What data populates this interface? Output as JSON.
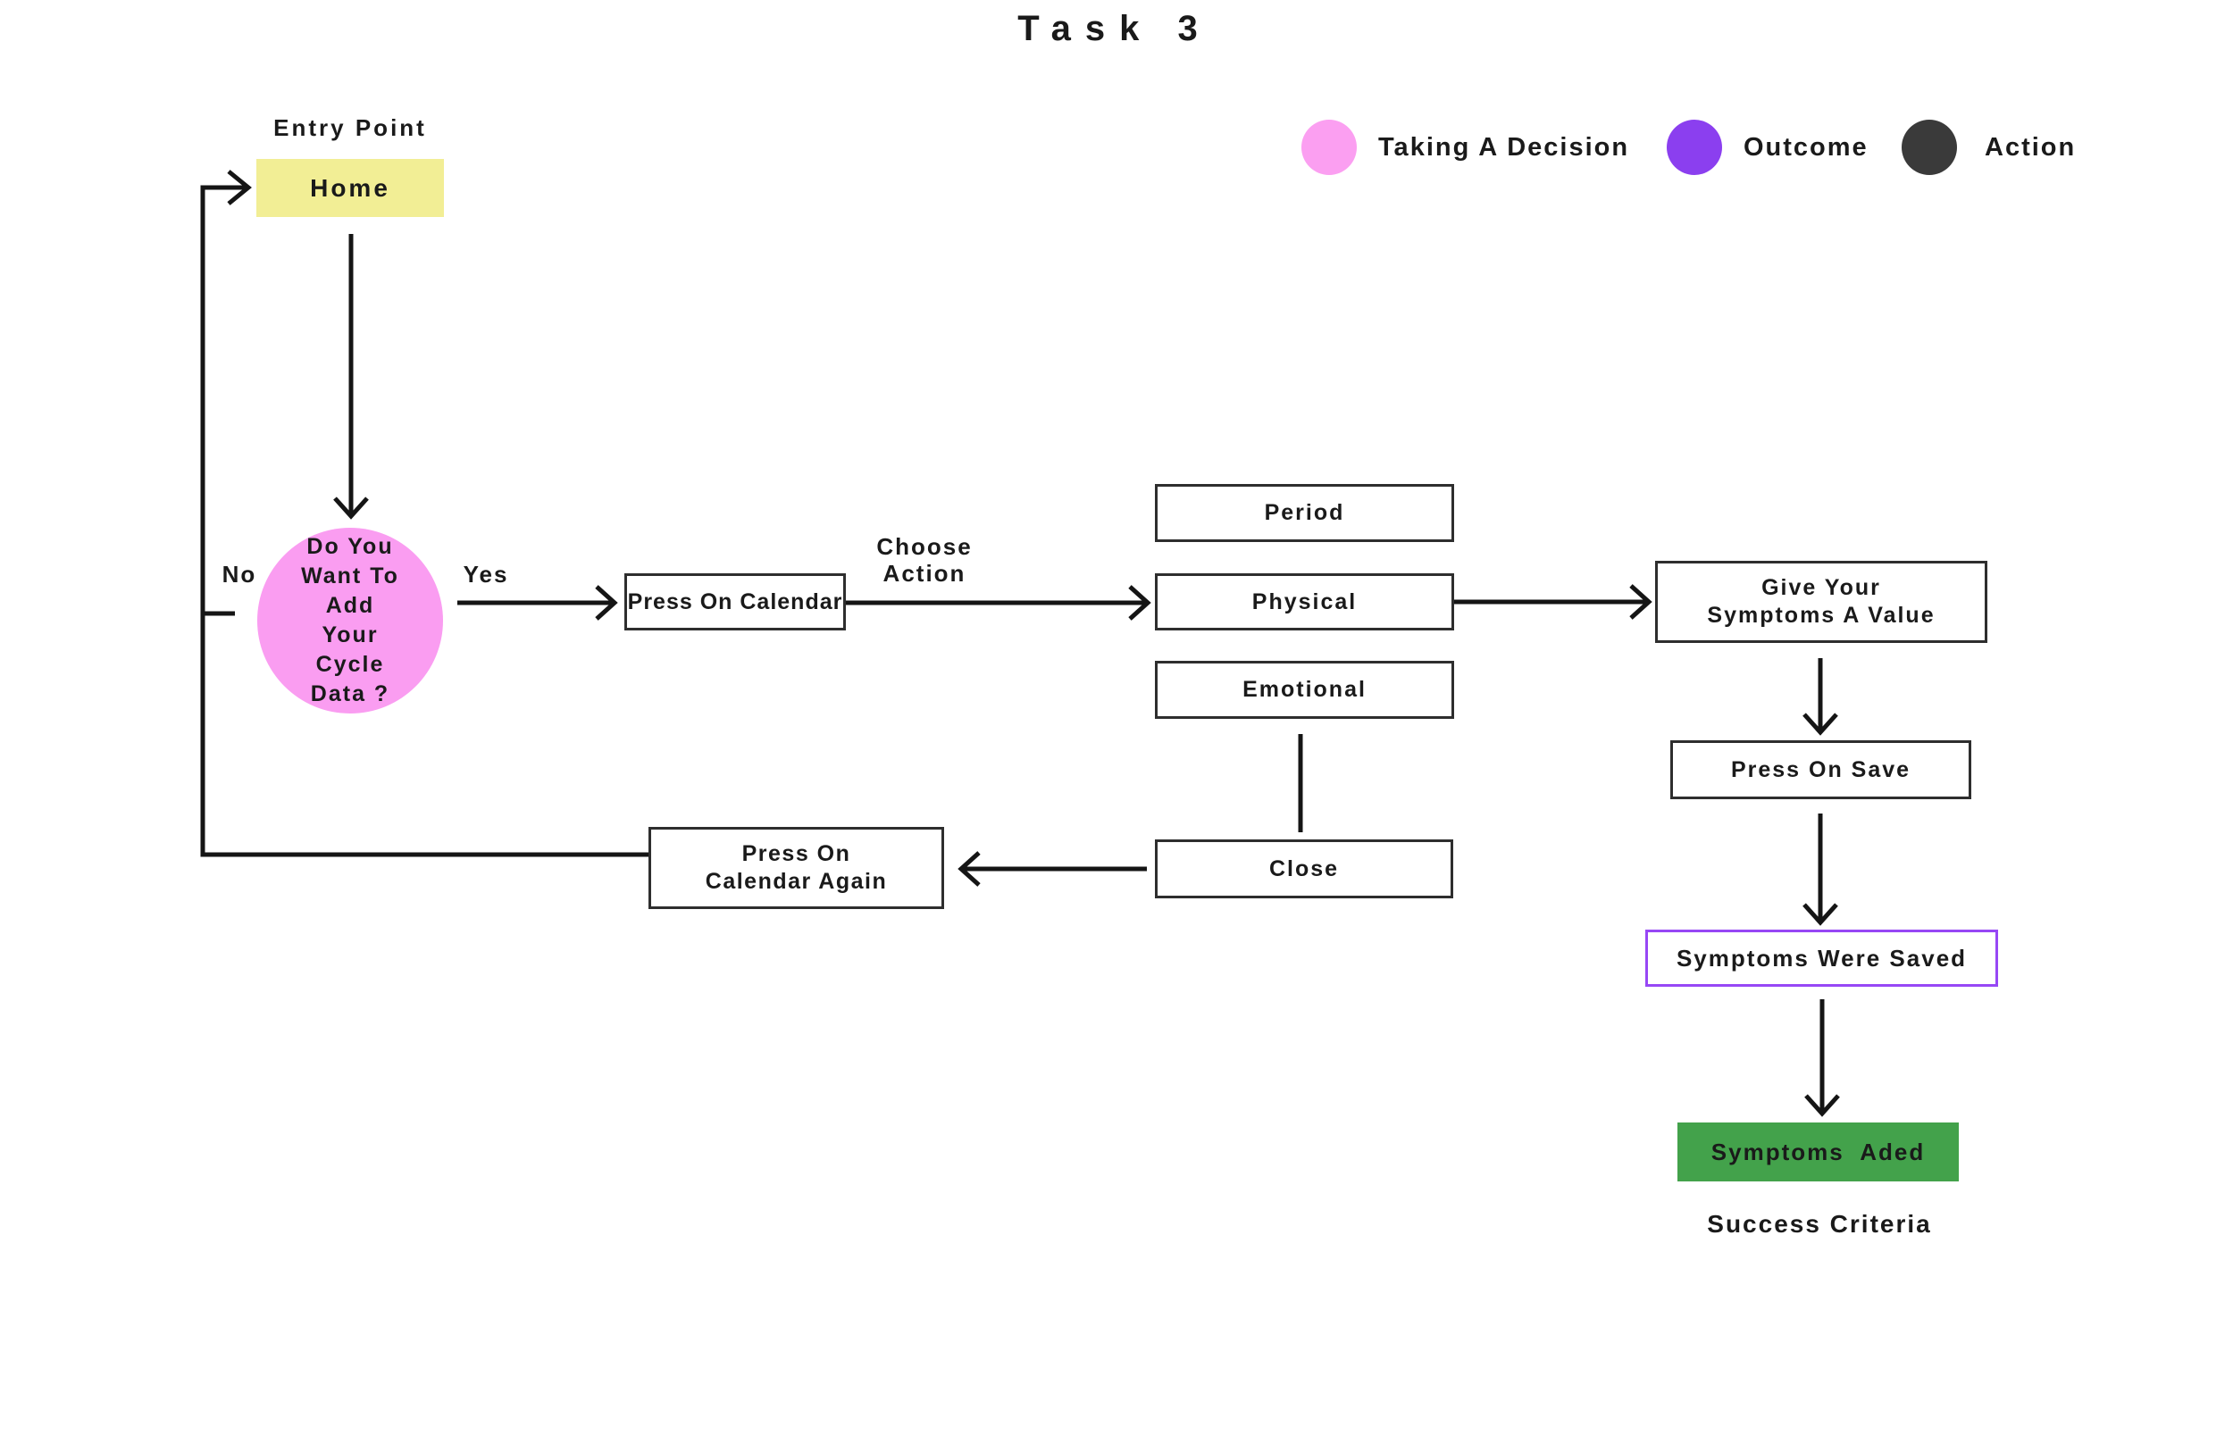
{
  "title": "Task 3",
  "legend": {
    "items": [
      {
        "label": "Taking A Decision",
        "color": "#FB9FF1"
      },
      {
        "label": "Outcome",
        "color": "#8B3FEF"
      },
      {
        "label": "Action",
        "color": "#3A3A3A"
      }
    ]
  },
  "flow": {
    "entry_point_label": "Entry Point",
    "home": "Home",
    "decision_lines": [
      "Do You",
      "Want To",
      "Add",
      "Your",
      "Cycle",
      "Data ?"
    ],
    "no_label": "No",
    "yes_label": "Yes",
    "press_on_calendar": "Press On Calendar",
    "choose_action_lines": [
      "Choose",
      "Action"
    ],
    "period": "Period",
    "physical": "Physical",
    "emotional": "Emotional",
    "give_value_lines": [
      "Give Your",
      "Symptoms A Value"
    ],
    "press_on_save": "Press On Save",
    "symptoms_were_saved": "Symptoms Were Saved",
    "symptoms_added": "Symptoms  Aded",
    "success_criteria": "Success Criteria",
    "close": "Close",
    "press_again_lines": [
      "Press On",
      "Calendar Again"
    ]
  },
  "colors": {
    "home_yellow": "#F2EE95",
    "decision_pink": "#FA9DF1",
    "success_green": "#43A24B",
    "saved_border_purple": "#9747F5"
  }
}
